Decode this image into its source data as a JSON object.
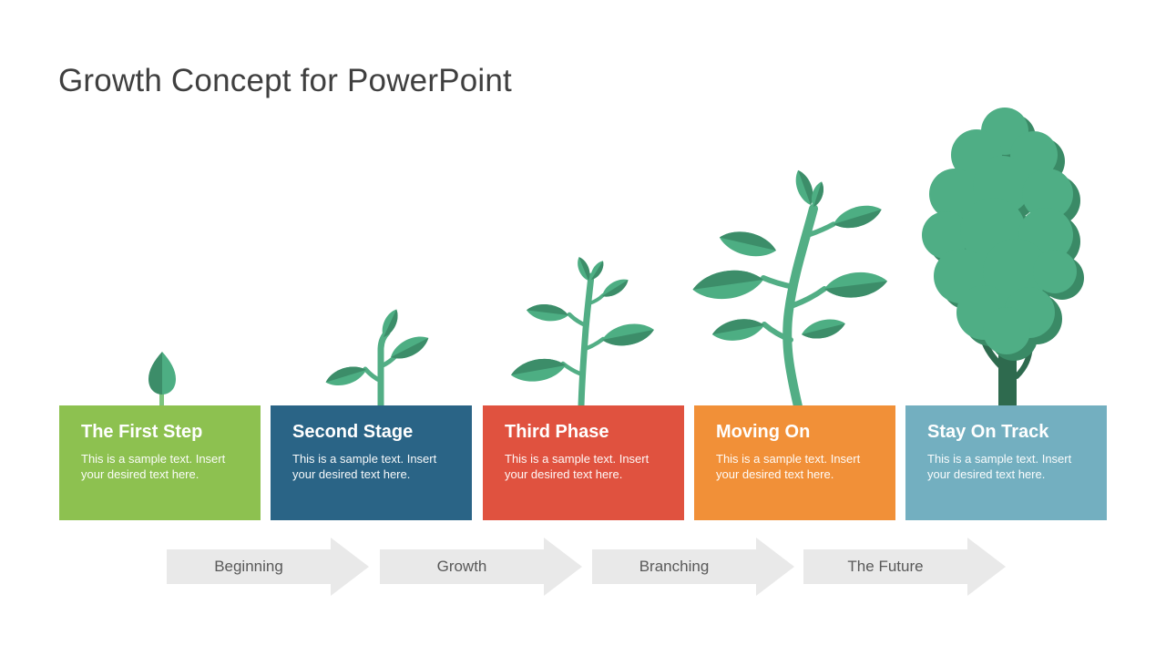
{
  "slide": {
    "title": "Growth Concept for PowerPoint"
  },
  "stages": [
    {
      "title": "The First Step",
      "body": "This is a sample text. Insert your desired text here.",
      "color": "#8dc150",
      "icon": "sprout-icon"
    },
    {
      "title": "Second Stage",
      "body": "This is a sample text. Insert your desired text here.",
      "color": "#2a6486",
      "icon": "seedling-icon"
    },
    {
      "title": "Third Phase",
      "body": "This is a sample text. Insert your desired text here.",
      "color": "#e0523f",
      "icon": "young-plant-icon"
    },
    {
      "title": "Moving On",
      "body": "This is a sample text. Insert your desired text here.",
      "color": "#f19038",
      "icon": "leafy-plant-icon"
    },
    {
      "title": "Stay On Track",
      "body": "This is a sample text. Insert your desired text here.",
      "color": "#73afc0",
      "icon": "tree-icon"
    }
  ],
  "timeline_arrows": [
    {
      "label": "Beginning"
    },
    {
      "label": "Growth"
    },
    {
      "label": "Branching"
    },
    {
      "label": "The Future"
    }
  ],
  "colors": {
    "title_text": "#3f3f3f",
    "arrow_fill": "#e9e9e9",
    "arrow_text": "#595959",
    "plant_green": "#4dae83",
    "plant_green_dark": "#3c8d69",
    "plant_stem": "#52ae85",
    "sprout_stem": "#7cc47d",
    "tree_canopy": "#4fae85",
    "tree_canopy_shadow": "#3a8a66",
    "tree_trunk": "#2e6a4e"
  }
}
